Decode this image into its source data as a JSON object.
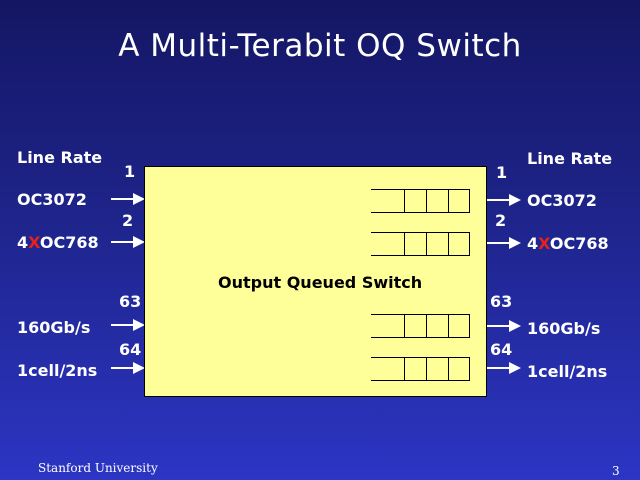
{
  "title": "A Multi-Terabit OQ Switch",
  "left": {
    "heading": "Line Rate",
    "rate1": "OC3072",
    "rate2_prefix": "4",
    "rate2_x": "X",
    "rate2_suffix": "OC768",
    "rate3": "160Gb/s",
    "rate4": "1cell/2ns"
  },
  "right": {
    "heading": "Line Rate",
    "rate1": "OC3072",
    "rate2_prefix": "4",
    "rate2_x": "X",
    "rate2_suffix": "OC768",
    "rate3": "160Gb/s",
    "rate4": "1cell/2ns"
  },
  "ports": [
    "1",
    "2",
    "63",
    "64"
  ],
  "switch_label": "Output Queued Switch",
  "footer": "Stanford University",
  "page_number": "3",
  "colors": {
    "box": "#ffff99",
    "accent_x": "#e8201c"
  }
}
